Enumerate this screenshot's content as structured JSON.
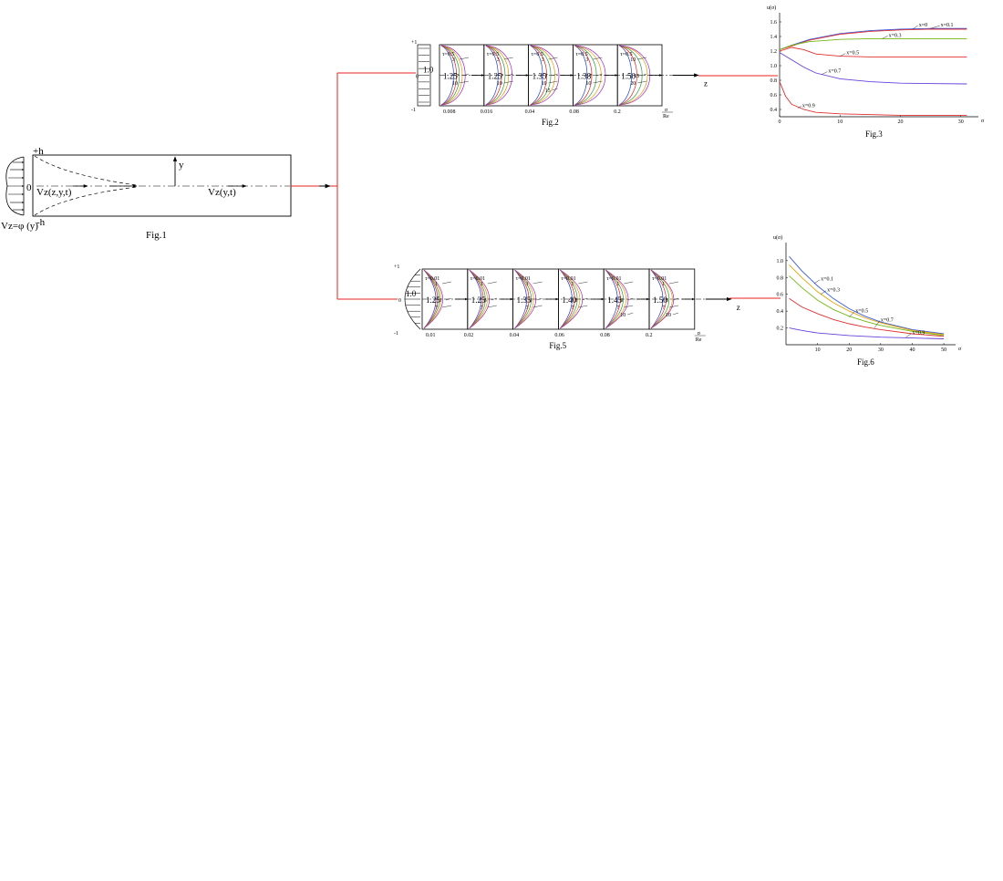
{
  "fig1": {
    "caption": "Fig.1",
    "top": "+h",
    "bottom": "-h",
    "zero": "0",
    "inlet": "Vz=φ (y)",
    "dev_profile": "Vz(z,y,t)",
    "full_profile": "Vz(y,t)",
    "y_axis": "y"
  },
  "fig2": {
    "caption": "Fig.2",
    "y_top": "+1",
    "y_zero": "0",
    "y_bottom": "-1",
    "inlet_value": "1.0",
    "axis": "z",
    "x_frac_num": "σ",
    "x_frac_den": "Re",
    "cells": [
      {
        "pos": "0.008",
        "center": "1.25",
        "tau": "τ=0.5",
        "t1": "3",
        "t2": "7",
        "t3": "10"
      },
      {
        "pos": "0.016",
        "center": "1.25",
        "tau": "τ=0.5",
        "t1": "3",
        "t2": "7",
        "t3": "10"
      },
      {
        "pos": "0.04",
        "center": "1.35",
        "tau": "τ=0.5",
        "t1": "3",
        "t2": "7",
        "t3": "10",
        "t4": "15"
      },
      {
        "pos": "0.08",
        "center": "1.38",
        "tau": "τ=0.5",
        "t1": "3",
        "t2": "7",
        "t3": "10"
      },
      {
        "pos": "0.2",
        "center": "1.50",
        "tau": "τ=0.5",
        "t1": "10",
        "t2": "15",
        "t3": "20"
      }
    ]
  },
  "fig5": {
    "caption": "Fig.5",
    "y_top": "+1",
    "y_zero": "0",
    "y_bottom": "-1",
    "inlet_value": "1.0",
    "axis": "z",
    "x_frac_num": "σ",
    "x_frac_den": "Re",
    "cells": [
      {
        "pos": "0.01",
        "center": "1.25",
        "tau": "τ=0.01",
        "t1": "1",
        "t2": "3",
        "t3": "7"
      },
      {
        "pos": "0.02",
        "center": "1.25",
        "tau": "τ=0.01",
        "t1": "1",
        "t2": "3",
        "t3": "7"
      },
      {
        "pos": "0.04",
        "center": "1.35",
        "tau": "τ=0.01",
        "t1": "1",
        "t2": "3",
        "t3": "7"
      },
      {
        "pos": "0.06",
        "center": "1.40",
        "tau": "τ=0.01",
        "t1": "1",
        "t2": "3",
        "t3": "7"
      },
      {
        "pos": "0.08",
        "center": "1.45",
        "tau": "τ=0.01",
        "t1": "1",
        "t2": "3",
        "t3": "7",
        "t4": "10"
      },
      {
        "pos": "0.2",
        "center": "1.50",
        "tau": "τ=0.01",
        "t1": "1",
        "t2": "3",
        "t3": "7",
        "t4": "10"
      }
    ]
  },
  "fig3": {
    "caption": "Fig.3",
    "ylabel": "u(σ)",
    "xlabel": "σ",
    "series_labels": [
      "x=0.1",
      "x=0",
      "x=0.3",
      "x=0.5",
      "x=0.7",
      "x=0.9"
    ]
  },
  "fig6": {
    "caption": "Fig.6",
    "ylabel": "u(σ)",
    "xlabel": "σ",
    "series_labels": [
      "x=0.1",
      "x=0.3",
      "x=0.5",
      "x=0.7",
      "x=0.9"
    ]
  },
  "colors": {
    "connector": "#e8201c",
    "series": [
      "#1a3fd9",
      "#e8201c",
      "#2a9a3a",
      "#e89a00",
      "#a020c0",
      "#8a8a8a"
    ]
  },
  "chart_data": [
    {
      "type": "line",
      "title": "Fig.3",
      "xlabel": "σ",
      "ylabel": "u(σ)",
      "xlim": [
        0,
        32
      ],
      "ylim": [
        0.3,
        1.65
      ],
      "xticks": [
        "0",
        "10",
        "20",
        "30"
      ],
      "yticks": [
        "0.4",
        "0.6",
        "0.8",
        "1.0",
        "1.2",
        "1.4",
        "1.6"
      ],
      "series": [
        {
          "name": "x=0",
          "color": "#3b5bdb",
          "points": [
            [
              0,
              1.22
            ],
            [
              2,
              1.28
            ],
            [
              5,
              1.36
            ],
            [
              10,
              1.44
            ],
            [
              15,
              1.48
            ],
            [
              20,
              1.5
            ],
            [
              25,
              1.51
            ],
            [
              31,
              1.51
            ]
          ]
        },
        {
          "name": "x=0.1",
          "color": "#e03131",
          "points": [
            [
              0,
              1.22
            ],
            [
              2,
              1.27
            ],
            [
              5,
              1.35
            ],
            [
              10,
              1.43
            ],
            [
              15,
              1.47
            ],
            [
              20,
              1.49
            ],
            [
              25,
              1.5
            ],
            [
              31,
              1.5
            ]
          ]
        },
        {
          "name": "x=0.3",
          "color": "#74b816",
          "points": [
            [
              0,
              1.22
            ],
            [
              2,
              1.28
            ],
            [
              5,
              1.33
            ],
            [
              10,
              1.36
            ],
            [
              15,
              1.37
            ],
            [
              20,
              1.37
            ],
            [
              31,
              1.37
            ]
          ]
        },
        {
          "name": "x=0.5",
          "color": "#e03131",
          "points": [
            [
              0,
              1.2
            ],
            [
              2,
              1.25
            ],
            [
              4,
              1.22
            ],
            [
              6,
              1.16
            ],
            [
              10,
              1.13
            ],
            [
              15,
              1.12
            ],
            [
              20,
              1.12
            ],
            [
              31,
              1.12
            ]
          ]
        },
        {
          "name": "x=0.7",
          "color": "#6741d9",
          "points": [
            [
              0,
              1.18
            ],
            [
              2,
              1.08
            ],
            [
              4,
              0.98
            ],
            [
              6,
              0.9
            ],
            [
              10,
              0.82
            ],
            [
              15,
              0.78
            ],
            [
              20,
              0.76
            ],
            [
              31,
              0.75
            ]
          ]
        },
        {
          "name": "x=0.9",
          "color": "#e03131",
          "points": [
            [
              0,
              0.78
            ],
            [
              1,
              0.58
            ],
            [
              2,
              0.47
            ],
            [
              4,
              0.4
            ],
            [
              6,
              0.36
            ],
            [
              10,
              0.34
            ],
            [
              20,
              0.32
            ],
            [
              31,
              0.32
            ]
          ]
        }
      ]
    },
    {
      "type": "line",
      "title": "Fig.6",
      "xlabel": "σ",
      "ylabel": "u(σ)",
      "xlim": [
        0,
        52
      ],
      "ylim": [
        0,
        1.15
      ],
      "xticks": [
        "10",
        "20",
        "30",
        "40",
        "50"
      ],
      "yticks": [
        "0.2",
        "0.4",
        "0.6",
        "0.8",
        "1.0"
      ],
      "series": [
        {
          "name": "x=0.1",
          "color": "#3b5bdb",
          "points": [
            [
              1,
              1.05
            ],
            [
              5,
              0.88
            ],
            [
              10,
              0.7
            ],
            [
              15,
              0.55
            ],
            [
              20,
              0.43
            ],
            [
              25,
              0.34
            ],
            [
              30,
              0.27
            ],
            [
              40,
              0.18
            ],
            [
              50,
              0.13
            ]
          ]
        },
        {
          "name": "x=0.3",
          "color": "#e8a200",
          "points": [
            [
              1,
              0.95
            ],
            [
              5,
              0.8
            ],
            [
              10,
              0.63
            ],
            [
              15,
              0.5
            ],
            [
              20,
              0.4
            ],
            [
              25,
              0.32
            ],
            [
              30,
              0.26
            ],
            [
              40,
              0.17
            ],
            [
              50,
              0.12
            ]
          ]
        },
        {
          "name": "x=0.5",
          "color": "#74b816",
          "points": [
            [
              1,
              0.82
            ],
            [
              5,
              0.68
            ],
            [
              10,
              0.53
            ],
            [
              15,
              0.42
            ],
            [
              20,
              0.34
            ],
            [
              25,
              0.28
            ],
            [
              30,
              0.23
            ],
            [
              40,
              0.16
            ],
            [
              50,
              0.11
            ]
          ]
        },
        {
          "name": "x=0.7",
          "color": "#e03131",
          "points": [
            [
              1,
              0.55
            ],
            [
              5,
              0.45
            ],
            [
              10,
              0.37
            ],
            [
              15,
              0.3
            ],
            [
              20,
              0.25
            ],
            [
              25,
              0.21
            ],
            [
              30,
              0.18
            ],
            [
              40,
              0.13
            ],
            [
              50,
              0.1
            ]
          ]
        },
        {
          "name": "x=0.9",
          "color": "#6741d9",
          "points": [
            [
              1,
              0.2
            ],
            [
              5,
              0.17
            ],
            [
              10,
              0.14
            ],
            [
              20,
              0.11
            ],
            [
              30,
              0.09
            ],
            [
              40,
              0.08
            ],
            [
              50,
              0.07
            ]
          ]
        }
      ]
    }
  ]
}
